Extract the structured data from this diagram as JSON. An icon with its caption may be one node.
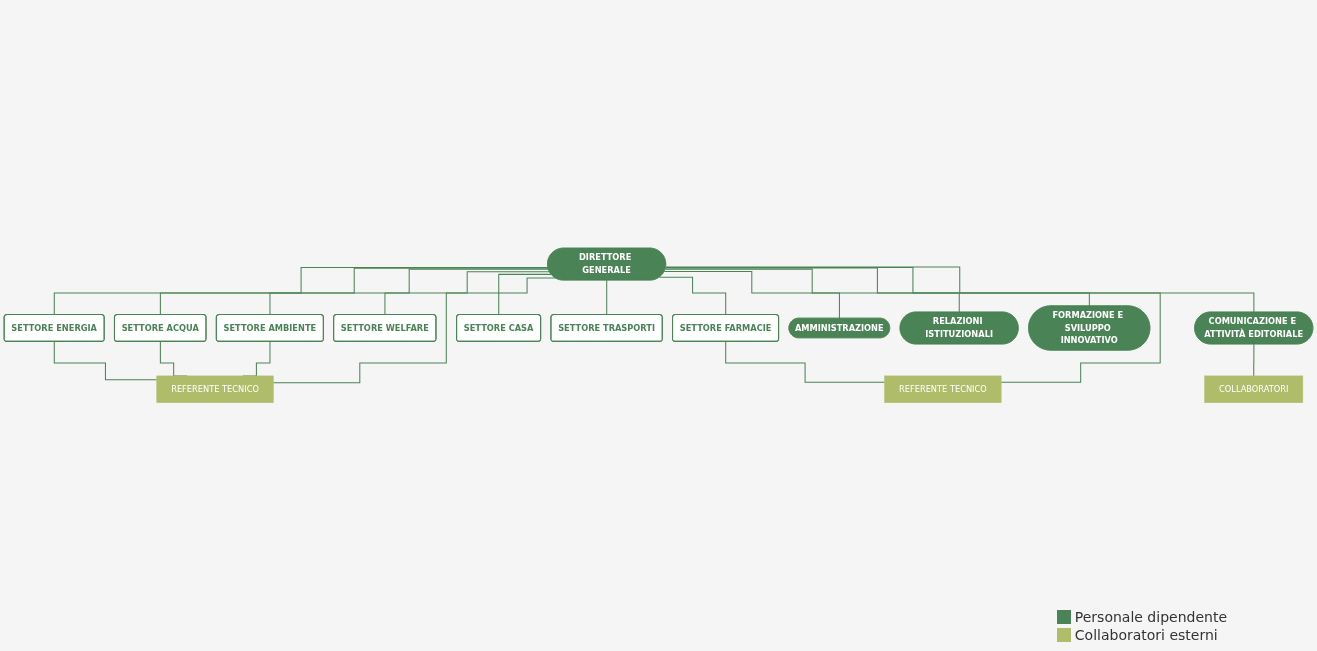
{
  "diagram": {
    "nodes": [
      {
        "text": [
          "DIRETTORE GENERALE"
        ]
      },
      {
        "text": [
          "SETTORE ENERGIA"
        ]
      },
      {
        "text": [
          "SETTORE ACQUA"
        ]
      },
      {
        "text": [
          "SETTORE AMBIENTE"
        ]
      },
      {
        "text": [
          "SETTORE WELFARE"
        ]
      },
      {
        "text": [
          "SETTORE FARMACIE"
        ]
      },
      {
        "text": [
          "SETTORE CASA"
        ]
      },
      {
        "text": [
          "SETTORE TRASPORTI"
        ]
      },
      {
        "text": [
          "REFERENTE TECNICO"
        ]
      },
      {
        "text": [
          "REFERENTE TECNICO"
        ]
      },
      {
        "text": [
          "COMUNICAZIONE E ATTIVITÀ EDITORIALE"
        ]
      },
      {
        "text": [
          "AMMINISTRAZIONE"
        ]
      },
      {
        "text": [
          "RELAZIONI ISTITUZIONALI"
        ]
      },
      {
        "text": [
          "FORMAZIONE E SVILUPPO INNOVATIVO"
        ]
      },
      {
        "text": [
          "COLLABORATORI"
        ]
      }
    ],
    "edges": [
      {
        "from": 0,
        "to": 1,
        "arrow": "none"
      },
      {
        "from": 0,
        "to": 2,
        "arrow": "none"
      },
      {
        "from": 0,
        "to": 3,
        "arrow": "none"
      },
      {
        "from": 0,
        "to": 4,
        "arrow": "none"
      },
      {
        "from": 0,
        "to": 5,
        "arrow": "none"
      },
      {
        "from": 0,
        "to": 6,
        "arrow": "none"
      },
      {
        "from": 0,
        "to": 7,
        "arrow": "none"
      },
      {
        "from": 1,
        "to": 8,
        "arrow": "none"
      },
      {
        "from": 2,
        "to": 8,
        "arrow": "none"
      },
      {
        "from": 3,
        "to": 8,
        "arrow": "none"
      },
      {
        "from": 5,
        "to": 9,
        "arrow": "none"
      },
      {
        "from": 0,
        "to": 8,
        "arrow": "none"
      },
      {
        "from": 0,
        "to": 9,
        "arrow": "none"
      },
      {
        "from": 0,
        "to": 10,
        "arrow": "none"
      },
      {
        "from": 0,
        "to": 11,
        "arrow": "none"
      },
      {
        "from": 0,
        "to": 12,
        "arrow": "none"
      },
      {
        "from": 0,
        "to": 13,
        "arrow": "none"
      },
      {
        "from": 10,
        "to": 14,
        "arrow": "none"
      }
    ],
    "legend": [
      {
        "text": "Personale dipendente",
        "color": "#4a8355"
      },
      {
        "text": "Collaboratori esterni",
        "color": "#afbd6b"
      }
    ]
  }
}
